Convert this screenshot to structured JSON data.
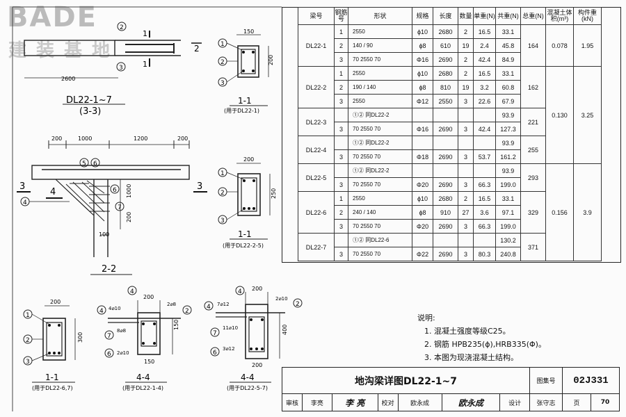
{
  "logo": {
    "brand": "BADE",
    "cn": "建装基地"
  },
  "schedule": {
    "headers": [
      "梁号",
      "钢筋号",
      "形状",
      "规格",
      "长度",
      "数量",
      "单重(N)",
      "共重(N)",
      "总重(N)",
      "混凝土体积(m³)",
      "构件重(kN)"
    ],
    "rows": [
      {
        "beam": "DL22-1",
        "no": "1",
        "shape": "2550",
        "spec": "ϕ10",
        "len": "2680",
        "qty": "2",
        "unit": "16.5",
        "wt": "33.1"
      },
      {
        "beam": "",
        "no": "2",
        "shape": "140 / 90",
        "spec": "ϕ8",
        "len": "610",
        "qty": "19",
        "unit": "2.4",
        "wt": "45.8"
      },
      {
        "beam": "",
        "no": "3",
        "shape": "70  2550  70",
        "spec": "Φ16",
        "len": "2690",
        "qty": "2",
        "unit": "42.4",
        "wt": "84.9"
      },
      {
        "beam": "DL22-2",
        "no": "1",
        "shape": "2550",
        "spec": "ϕ10",
        "len": "2680",
        "qty": "2",
        "unit": "16.5",
        "wt": "33.1"
      },
      {
        "beam": "",
        "no": "2",
        "shape": "190 / 140",
        "spec": "ϕ8",
        "len": "810",
        "qty": "19",
        "unit": "3.2",
        "wt": "60.8"
      },
      {
        "beam": "",
        "no": "3",
        "shape": "2550",
        "spec": "Φ12",
        "len": "2550",
        "qty": "3",
        "unit": "22.6",
        "wt": "67.9"
      },
      {
        "beam": "DL22-3",
        "no": "",
        "shape": "①② 同DL22-2",
        "spec": "",
        "len": "",
        "qty": "",
        "unit": "",
        "wt": "93.9"
      },
      {
        "beam": "",
        "no": "3",
        "shape": "70  2550  70",
        "spec": "Φ16",
        "len": "2690",
        "qty": "3",
        "unit": "42.4",
        "wt": "127.3"
      },
      {
        "beam": "DL22-4",
        "no": "",
        "shape": "①② 同DL22-2",
        "spec": "",
        "len": "",
        "qty": "",
        "unit": "",
        "wt": "93.9"
      },
      {
        "beam": "",
        "no": "3",
        "shape": "70  2550  70",
        "spec": "Φ18",
        "len": "2690",
        "qty": "3",
        "unit": "53.7",
        "wt": "161.2"
      },
      {
        "beam": "DL22-5",
        "no": "",
        "shape": "①② 同DL22-2",
        "spec": "",
        "len": "",
        "qty": "",
        "unit": "",
        "wt": "93.9"
      },
      {
        "beam": "",
        "no": "3",
        "shape": "70  2550  70",
        "spec": "Φ20",
        "len": "2690",
        "qty": "3",
        "unit": "66.3",
        "wt": "199.0"
      },
      {
        "beam": "DL22-6",
        "no": "1",
        "shape": "2550",
        "spec": "ϕ10",
        "len": "2680",
        "qty": "2",
        "unit": "16.5",
        "wt": "33.1"
      },
      {
        "beam": "",
        "no": "2",
        "shape": "240 / 140",
        "spec": "ϕ8",
        "len": "910",
        "qty": "27",
        "unit": "3.6",
        "wt": "97.1"
      },
      {
        "beam": "",
        "no": "3",
        "shape": "70  2550  70",
        "spec": "Φ20",
        "len": "2690",
        "qty": "3",
        "unit": "66.3",
        "wt": "199.0"
      },
      {
        "beam": "DL22-7",
        "no": "",
        "shape": "①② 同DL22-6",
        "spec": "",
        "len": "",
        "qty": "",
        "unit": "",
        "wt": "130.2"
      },
      {
        "beam": "",
        "no": "3",
        "shape": "70  2550  70",
        "spec": "Φ22",
        "len": "2690",
        "qty": "3",
        "unit": "80.3",
        "wt": "240.8"
      }
    ],
    "totals": [
      {
        "total": "164",
        "vol": "0.078",
        "kn": "1.95"
      },
      {
        "total": "162",
        "vol": "",
        "kn": ""
      },
      {
        "total": "221",
        "vol": "0.130",
        "kn": "3.25"
      },
      {
        "total": "255",
        "vol": "",
        "kn": ""
      },
      {
        "total": "293",
        "vol": "",
        "kn": ""
      },
      {
        "total": "329",
        "vol": "0.156",
        "kn": "3.9"
      },
      {
        "total": "371",
        "vol": "",
        "kn": ""
      }
    ]
  },
  "views": {
    "elev_title": "DL22-1~7",
    "elev_sub": "(3-3)",
    "elev_span": "2600",
    "sec11a_title": "1-1",
    "sec11a_sub": "(用于DL22-1)",
    "sec11b_title": "1-1",
    "sec11b_sub": "(用于DL22-2-5)",
    "sec11c_title": "1-1",
    "sec11c_sub": "(用于DL22-6,7)",
    "sec22_title": "2-2",
    "sec44a_title": "4-4",
    "sec44a_sub": "(用于DL22-1-4)",
    "sec44b_title": "4-4",
    "sec44b_sub": "(用于DL22-5-7)",
    "dims": {
      "d200": "200",
      "d150": "150",
      "d1000": "1000",
      "d1200": "1200",
      "d250": "250",
      "d300": "300",
      "d100": "100",
      "d400": "400"
    },
    "bars": {
      "b4": "4⌀10",
      "b2": "2⌀8",
      "b7": "8⌀8",
      "b6": "2⌀10",
      "b4b": "7⌀12",
      "b2b": "2⌀10",
      "b7b": "11⌀10",
      "b6b": "3⌀12"
    }
  },
  "notes": {
    "heading": "说明:",
    "items": [
      "1. 混凝土强度等级C25。",
      "2. 钢筋 HPB235(ϕ),HRB335(Φ)。",
      "3. 本图为现浇混凝土结构。"
    ]
  },
  "titleblock": {
    "drawing_title": "地沟梁详图DL22-1~7",
    "atlas_label": "图集号",
    "atlas_no": "02J331",
    "review_label": "审核",
    "reviewer": "李亮",
    "check_label": "校对",
    "checker": "欧永成",
    "design_label": "设计",
    "designer": "张守志",
    "page_label": "页",
    "page_no": "70"
  }
}
